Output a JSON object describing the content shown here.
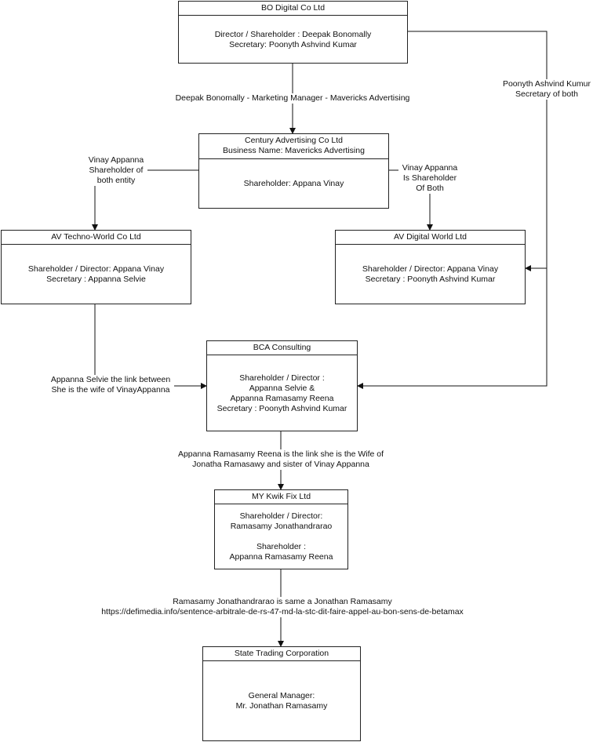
{
  "entities": {
    "bo_digital": {
      "name": "BO Digital Co Ltd",
      "lines": [
        "Director / Shareholder : Deepak Bonomally",
        "Secretary: Poonyth Ashvind Kumar"
      ]
    },
    "century": {
      "name_lines": [
        "Century Advertising Co Ltd",
        "Business Name: Mavericks Advertising"
      ],
      "lines": [
        "Shareholder: Appana Vinay"
      ]
    },
    "av_techno": {
      "name": "AV Techno-World Co Ltd",
      "lines": [
        "Shareholder / Director: Appana Vinay",
        "Secretary : Appanna Selvie"
      ]
    },
    "av_digital": {
      "name": "AV Digital World Ltd",
      "lines": [
        "Shareholder / Director: Appana Vinay",
        "Secretary : Poonyth Ashvind Kumar"
      ]
    },
    "bca": {
      "name": "BCA Consulting",
      "lines": [
        "Shareholder / Director :",
        "Appanna Selvie &",
        "Appanna Ramasamy Reena",
        "Secretary : Poonyth Ashvind Kumar"
      ]
    },
    "kwik_fix": {
      "name": "MY Kwik Fix Ltd",
      "lines_a": [
        "Shareholder / Director:",
        "Ramasamy Jonathandrarao"
      ],
      "lines_b": [
        "Shareholder :",
        "Appanna Ramasamy Reena"
      ]
    },
    "stc": {
      "name": "State Trading Corporation",
      "lines": [
        "General Manager:",
        "Mr. Jonathan Ramasamy"
      ]
    }
  },
  "links": {
    "bo_to_century": "Deepak Bonomally - Marketing Manager - Mavericks Advertising",
    "poonyth": [
      "Poonyth Ashvind Kumur",
      "Secretary of both"
    ],
    "century_to_techno": [
      "Vinay Appanna",
      "Shareholder of",
      "both entity"
    ],
    "century_to_avdigital": [
      "Vinay Appanna",
      "Is Shareholder",
      "Of Both"
    ],
    "techno_to_bca": [
      "Appanna Selvie the link between",
      "She is the wife of VinayAppanna"
    ],
    "bca_to_kwik": [
      "Appanna Ramasamy Reena is the link she is the Wife of",
      "Jonatha Ramasawy and sister of Vinay Appanna"
    ],
    "kwik_to_stc": [
      "Ramasamy Jonathandrarao is same a Jonathan Ramasamy",
      "https://defimedia.info/sentence-arbitrale-de-rs-47-md-la-stc-dit-faire-appel-au-bon-sens-de-betamax"
    ]
  }
}
